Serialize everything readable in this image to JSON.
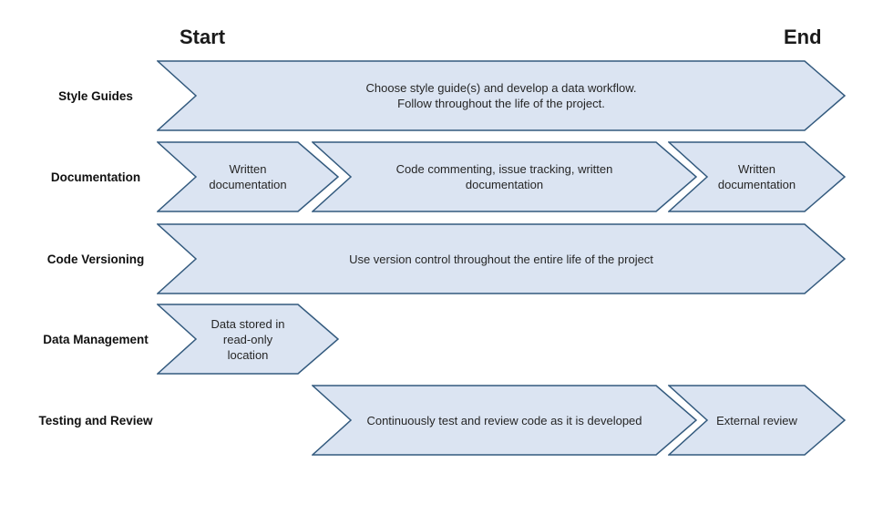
{
  "header": {
    "start_label": "Start",
    "end_label": "End"
  },
  "colors": {
    "arrow_fill": "#dbe4f2",
    "arrow_border": "#335a7e",
    "text": "#262626",
    "label_text": "#111111"
  },
  "rows": [
    {
      "label": "Style Guides",
      "segments": [
        {
          "lines": [
            "Choose style guide(s) and develop a data workflow.",
            "Follow throughout the life of the project."
          ]
        }
      ]
    },
    {
      "label": "Documentation",
      "segments": [
        {
          "lines": [
            "Written",
            "documentation"
          ]
        },
        {
          "lines": [
            "Code commenting, issue tracking, written",
            "documentation"
          ]
        },
        {
          "lines": [
            "Written",
            "documentation"
          ]
        }
      ]
    },
    {
      "label": "Code Versioning",
      "segments": [
        {
          "lines": [
            "Use version control throughout the entire life of the project"
          ]
        }
      ]
    },
    {
      "label": "Data Management",
      "segments": [
        {
          "lines": [
            "Data stored in",
            "read-only",
            "location"
          ]
        }
      ]
    },
    {
      "label": "Testing and Review",
      "segments": [
        {
          "lines": [
            "Continuously test and review code as it is developed"
          ]
        },
        {
          "lines": [
            "External review"
          ]
        }
      ]
    }
  ]
}
